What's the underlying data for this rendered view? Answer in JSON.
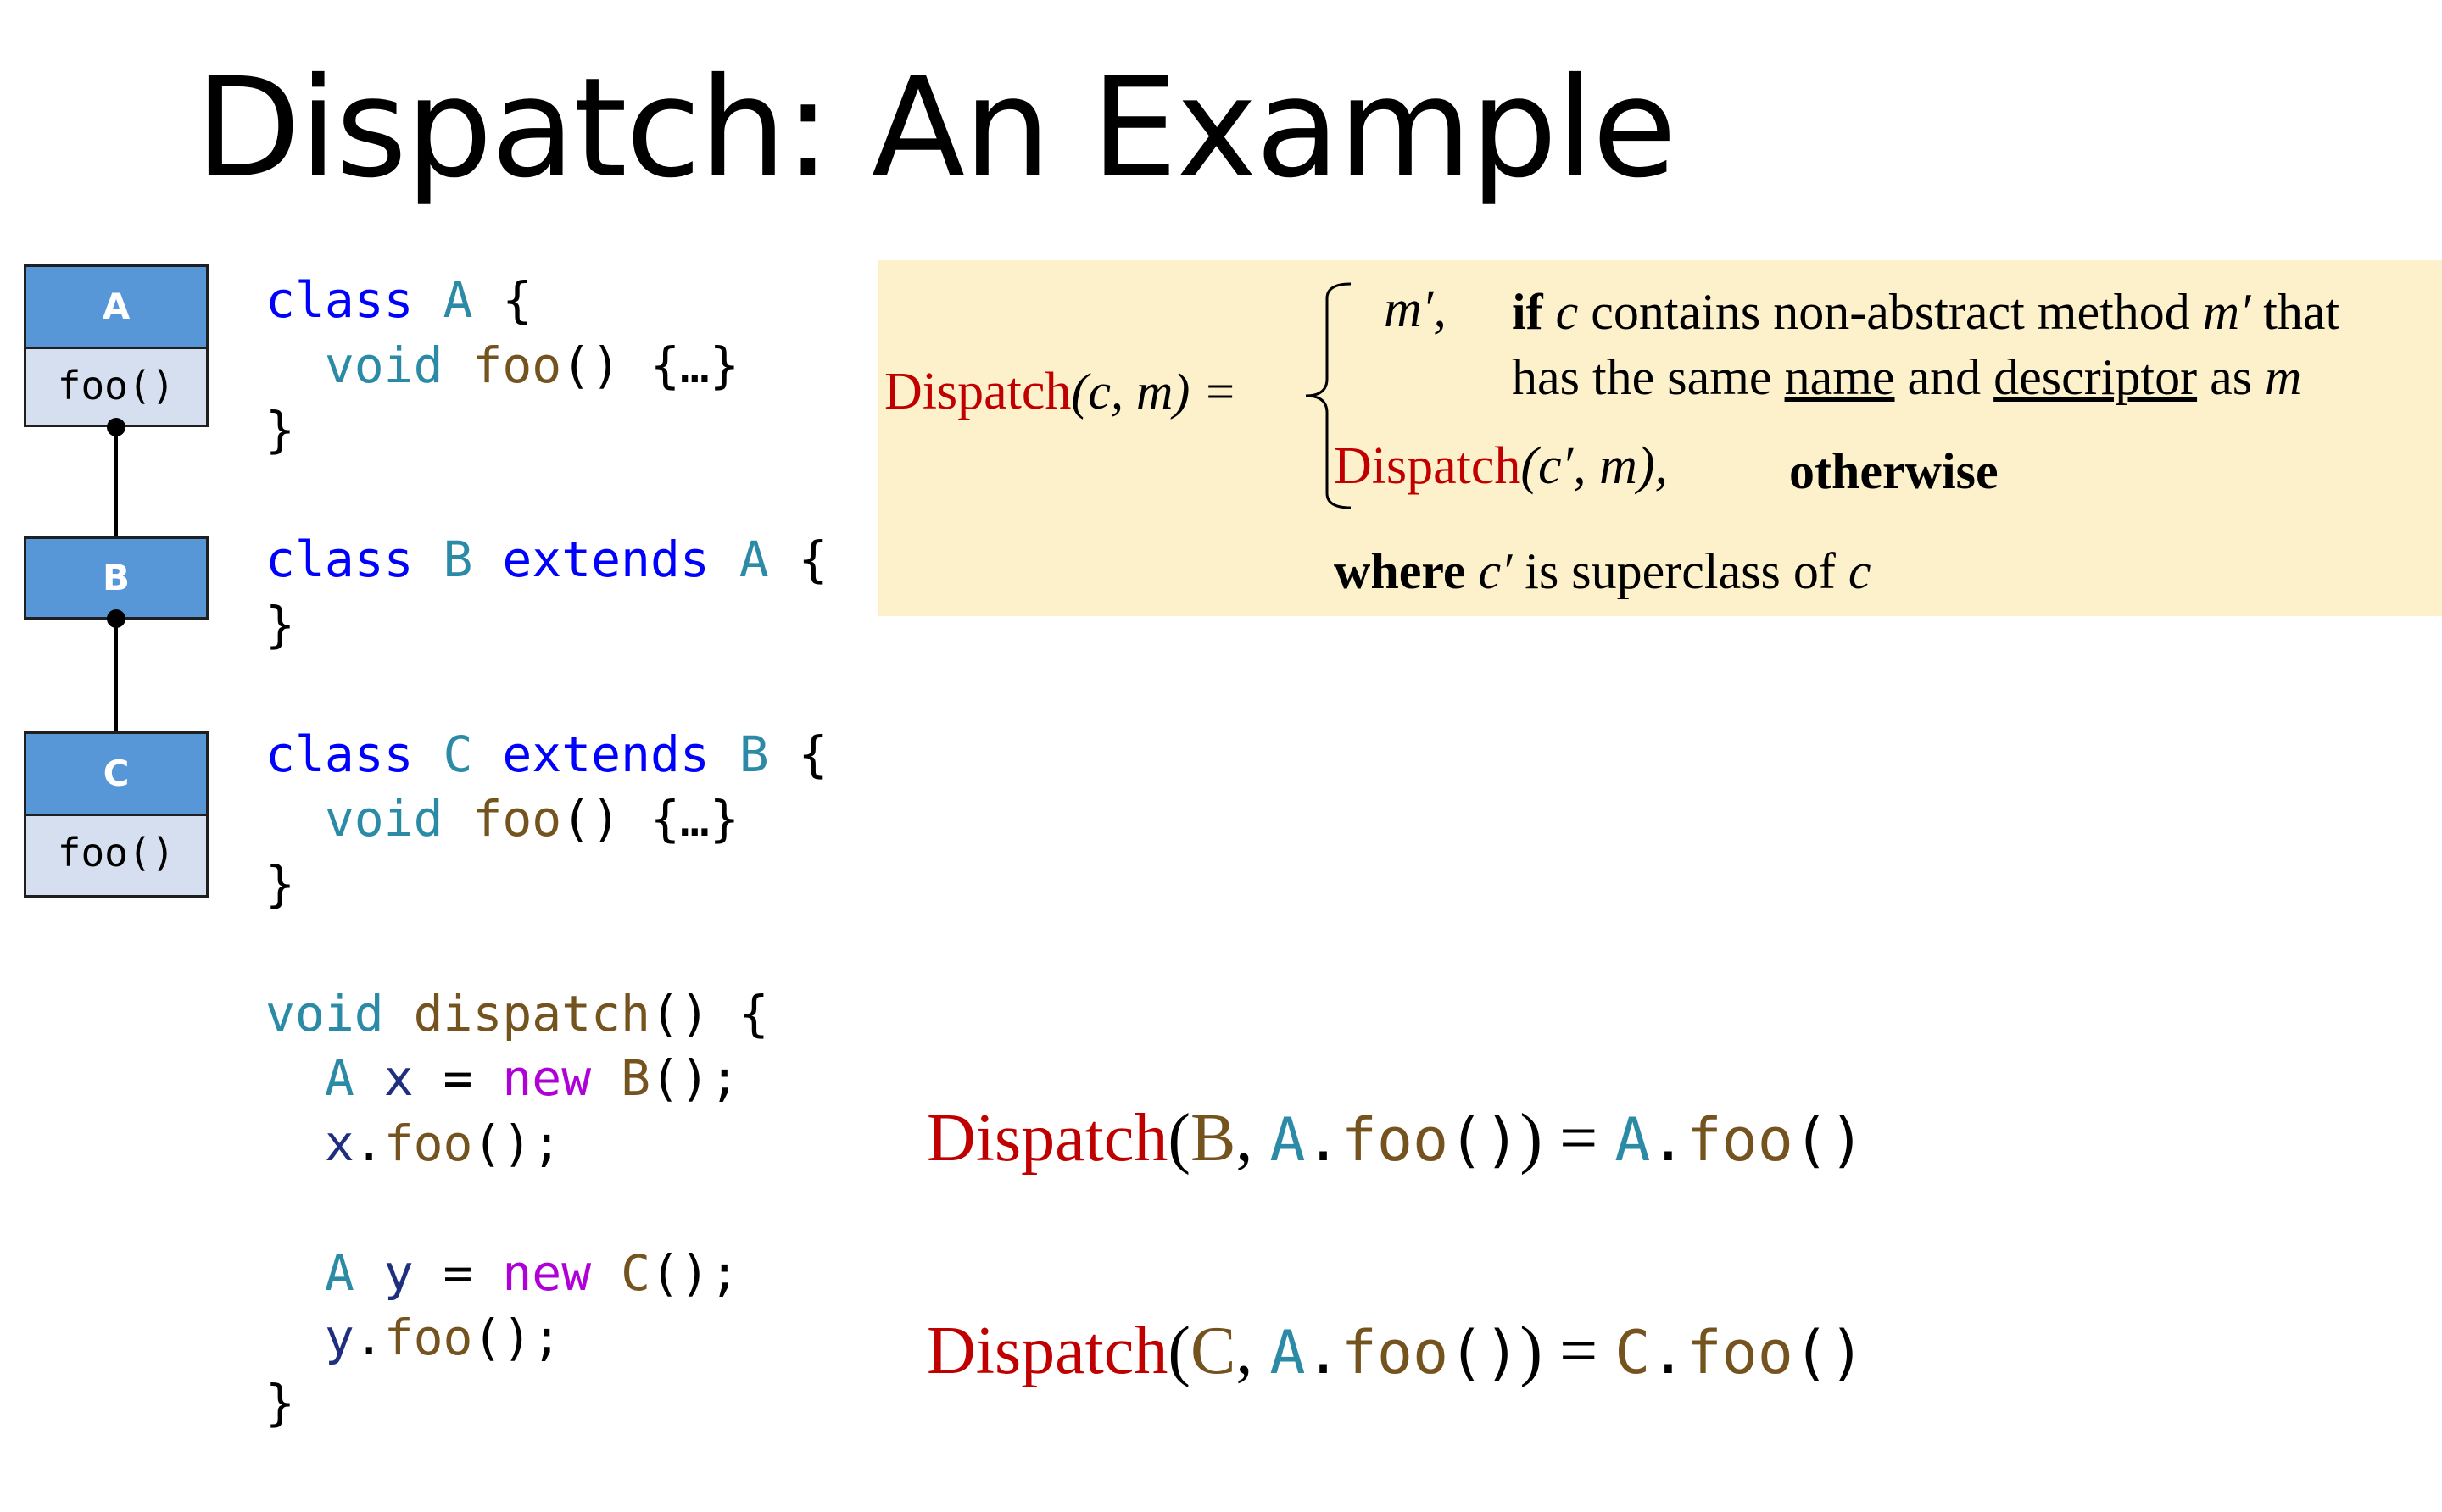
{
  "title": "Dispatch: An Example",
  "hierarchy": {
    "a": {
      "name": "A",
      "method": "foo()"
    },
    "b": {
      "name": "B"
    },
    "c": {
      "name": "C",
      "method": "foo()"
    }
  },
  "code": {
    "class_kw": "class",
    "extends_kw": "extends",
    "void_kw": "void",
    "new_kw": "new",
    "foo": "foo",
    "dispatch_fn": "dispatch",
    "body": "{…}",
    "open_brace": "{",
    "close_brace": "}",
    "parens": "()",
    "call": "();",
    "var_x": "x",
    "var_y": "y",
    "assign": "=",
    "dot": "."
  },
  "definition": {
    "lhs_func": "Dispatch",
    "lhs_args": "(c, m) =",
    "case1_value": "m′,",
    "case1_if": "if",
    "case1_c": "c",
    "case1_text1": "contains non-abstract method",
    "case1_m": "m′",
    "case1_text2": "that",
    "case1_line2_a": "has the same",
    "case1_name": "name",
    "case1_and": "and",
    "case1_descriptor": "descriptor",
    "case1_as": "as",
    "case1_m2": "m",
    "case2_func": "Dispatch",
    "case2_args": "(c′, m),",
    "case2_cond": "otherwise",
    "where_kw": "where",
    "where_c": "c′",
    "where_text": "is superclass of",
    "where_c2": "c"
  },
  "examples": [
    {
      "func": "Dispatch",
      "cls": "B",
      "sep": ",",
      "arg_cls": "A",
      "arg_m": "foo",
      "eq": "=",
      "res_cls": "A",
      "res_m": "foo"
    },
    {
      "func": "Dispatch",
      "cls": "C",
      "sep": ",",
      "arg_cls": "A",
      "arg_m": "foo",
      "eq": "=",
      "res_cls": "C",
      "res_m": "foo"
    }
  ],
  "colors": {
    "box_header": "#5797d7",
    "box_body": "#d6dff0",
    "def_bg": "#fdf1cb",
    "red": "#c00000"
  }
}
